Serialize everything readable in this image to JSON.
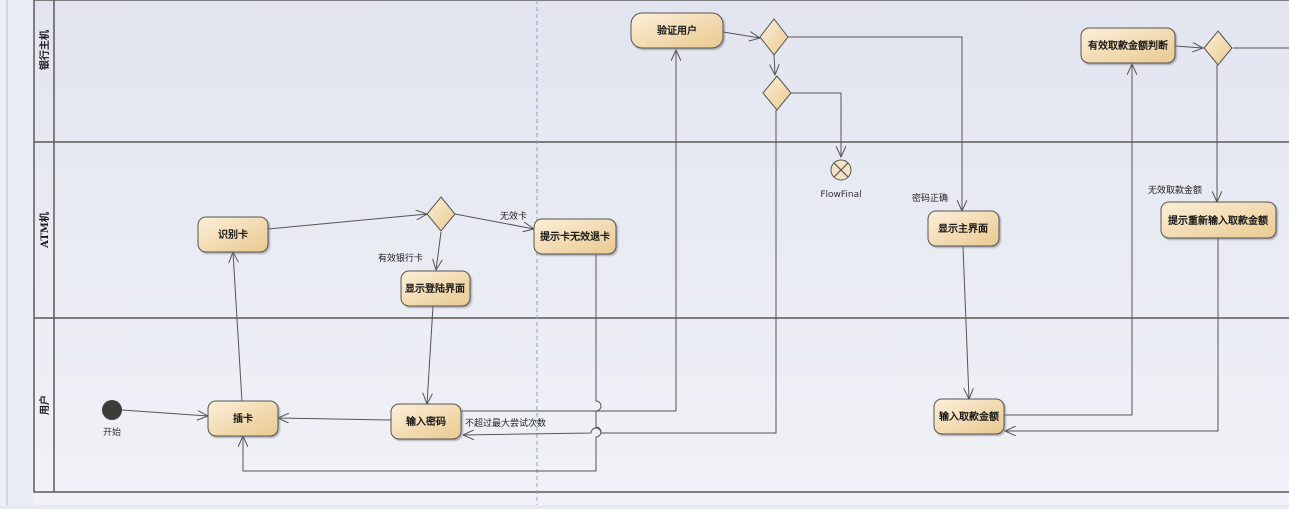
{
  "lanes": [
    {
      "id": "bank",
      "label": "银行主机"
    },
    {
      "id": "atm",
      "label": "ATM机"
    },
    {
      "id": "user",
      "label": "用户"
    }
  ],
  "activities": {
    "verify_user": "验证用户",
    "valid_amount_check": "有效取款金额判断",
    "identify_card": "识别卡",
    "invalid_card_return": "提示卡无效退卡",
    "show_login": "显示登陆界面",
    "show_main": "显示主界面",
    "reenter_amount_prompt": "提示重新输入取款金额",
    "insert_card": "插卡",
    "enter_password": "输入密码",
    "enter_amount": "输入取款金额"
  },
  "nodes": {
    "start_label": "开始",
    "flow_final_label": "FlowFinal"
  },
  "edges": {
    "invalid_card": "无效卡",
    "valid_card": "有效银行卡",
    "password_correct": "密码正确",
    "invalid_amount": "无效取款金额",
    "under_max_tries": "不超过最大尝试次数"
  },
  "colors": {
    "activity_fill_top": "#fcefd9",
    "activity_fill_bottom": "#e9c98f",
    "line": "#555555",
    "lane_border": "#5a5a5a"
  }
}
